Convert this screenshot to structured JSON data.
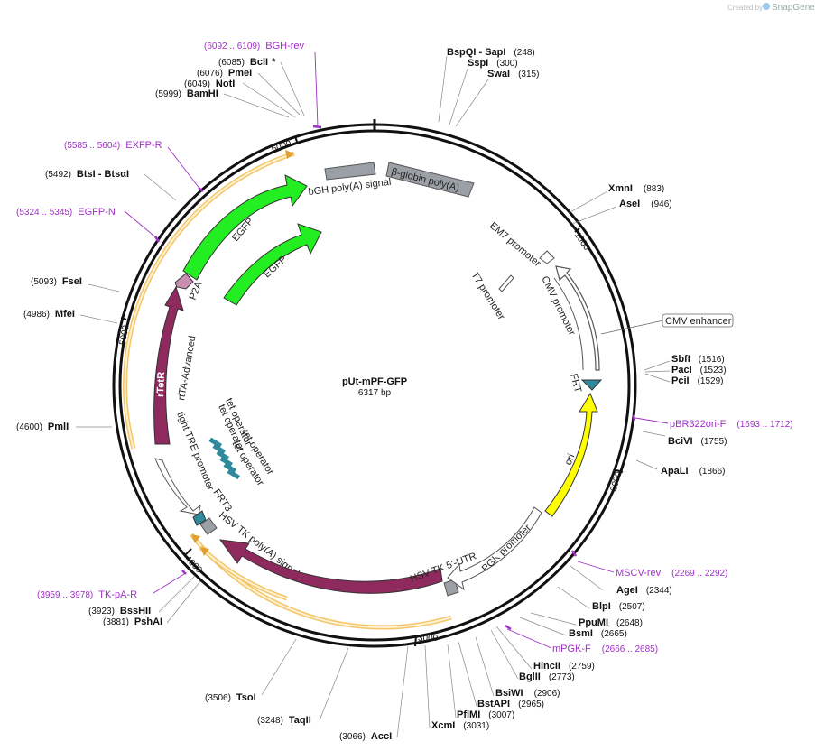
{
  "watermark": {
    "created_by": "Created by",
    "brand": "SnapGene"
  },
  "plasmid": {
    "name": "pUt-mPF-GFP",
    "length": "6317 bp"
  },
  "ruler": [
    "1000",
    "2000",
    "3000",
    "4000",
    "5000",
    "6000"
  ],
  "sites": [
    {
      "name": "BspQI",
      "name2": "SapI",
      "pos": "(248)"
    },
    {
      "name": "SspI",
      "pos": "(300)"
    },
    {
      "name": "SwaI",
      "pos": "(315)"
    },
    {
      "name": "XmnI",
      "pos": "(883)"
    },
    {
      "name": "AseI",
      "pos": "(946)"
    },
    {
      "name": "SbfI",
      "pos": "(1516)"
    },
    {
      "name": "PacI",
      "pos": "(1523)"
    },
    {
      "name": "PciI",
      "pos": "(1529)"
    },
    {
      "name": "BciVI",
      "pos": "(1755)"
    },
    {
      "name": "ApaLI",
      "pos": "(1866)"
    },
    {
      "name": "AgeI",
      "pos": "(2344)"
    },
    {
      "name": "BlpI",
      "pos": "(2507)"
    },
    {
      "name": "PpuMI",
      "pos": "(2648)"
    },
    {
      "name": "BsmI",
      "pos": "(2665)"
    },
    {
      "name": "HincII",
      "pos": "(2759)"
    },
    {
      "name": "BglII",
      "pos": "(2773)"
    },
    {
      "name": "BsiWI",
      "pos": "(2906)"
    },
    {
      "name": "BstAPI",
      "pos": "(2965)"
    },
    {
      "name": "PflMI",
      "pos": "(3007)"
    },
    {
      "name": "XcmI",
      "pos": "(3031)"
    },
    {
      "name": "AccI",
      "pos": "(3066)"
    },
    {
      "name": "TaqII",
      "pos": "(3248)"
    },
    {
      "name": "TsoI",
      "pos": "(3506)"
    },
    {
      "name": "PshAI",
      "pos": "(3881)"
    },
    {
      "name": "BssHII",
      "pos": "(3923)"
    },
    {
      "name": "PmlI",
      "pos": "(4600)"
    },
    {
      "name": "MfeI",
      "pos": "(4986)"
    },
    {
      "name": "FseI",
      "pos": "(5093)"
    },
    {
      "name": "BtsI",
      "name2": "BtsαI",
      "pos": "(5492)"
    },
    {
      "name": "BamHI",
      "pos": "(5999)"
    },
    {
      "name": "NotI",
      "pos": "(6049)"
    },
    {
      "name": "PmeI",
      "pos": "(6076)"
    },
    {
      "name": "BclI",
      "suffix": "*",
      "pos": "(6085)"
    }
  ],
  "primers": [
    {
      "name": "BGH-rev",
      "pos": "(6092 .. 6109)"
    },
    {
      "name": "EXFP-R",
      "pos": "(5585 .. 5604)"
    },
    {
      "name": "EGFP-N",
      "pos": "(5324 .. 5345)"
    },
    {
      "name": "pBR322ori-F",
      "pos": "(1693 .. 1712)"
    },
    {
      "name": "MSCV-rev",
      "pos": "(2269 .. 2292)"
    },
    {
      "name": "mPGK-F",
      "pos": "(2666 .. 2685)"
    },
    {
      "name": "TK-pA-R",
      "pos": "(3959 .. 3978)"
    }
  ],
  "features": {
    "bgh": "bGH poly(A) signal",
    "bglobin": "β-globin poly(A)",
    "egfp1": "EGFP",
    "egfp2": "EGFP",
    "p2a": "P2A",
    "em7": "EM7 promoter",
    "t7": "T7 promoter",
    "cmv_promoter": "CMV promoter",
    "cmv_enhancer": "CMV enhancer",
    "frt": "FRT",
    "ori": "ori",
    "pgk": "PGK promoter",
    "hsv_utr": "HSV TK 5'-UTR",
    "hsv_tk": "HSV TK",
    "hsv_polya": "HSV TK poly(A) signal",
    "frt3": "FRT3",
    "tre": "tight TRE promoter",
    "tet_op1": "tet operator",
    "tet_op2": "tet operator",
    "tet_op3": "tet operator",
    "tet_op4": "tet operator",
    "rtta": "rtTA-Advanced",
    "rtetr": "rTetR"
  },
  "colors": {
    "egfp": "#22ee22",
    "rtetr": "#8f2a5e",
    "ori": "#ffff00",
    "frt": "#2f8a9b",
    "polya": "#9aa0a6",
    "primer": "#a030c8",
    "orf_halo": "#f4c56a"
  }
}
